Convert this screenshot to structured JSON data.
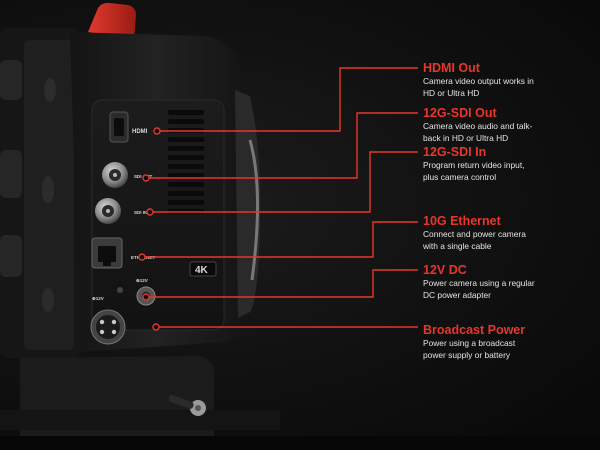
{
  "ports": {
    "hdmi": "HDMI",
    "sdi_out": "SDI OUT",
    "sdi_in": "SDI IN",
    "ethernet": "ETHERNET",
    "dc_12v": "⊕12V",
    "xlr_12v": "⊕12V",
    "badge_4k": "4K"
  },
  "callouts": [
    {
      "title": "HDMI Out",
      "desc_line1": "Camera video output works in",
      "desc_line2": "HD or Ultra HD"
    },
    {
      "title": "12G-SDI Out",
      "desc_line1": "Camera video audio and talk-",
      "desc_line2": "back in HD or Ultra HD"
    },
    {
      "title": "12G-SDI In",
      "desc_line1": "Program return video input,",
      "desc_line2": "plus camera control"
    },
    {
      "title": "10G Ethernet",
      "desc_line1": "Connect and power camera",
      "desc_line2": "with a single cable"
    },
    {
      "title": "12V DC",
      "desc_line1": "Power camera using a regular",
      "desc_line2": "DC power adapter"
    },
    {
      "title": "Broadcast Power",
      "desc_line1": "Power using a broadcast",
      "desc_line2": "power supply or battery"
    }
  ],
  "colors": {
    "accent": "#e8362a",
    "handle": "#c8241b",
    "body": "#1a1a1a",
    "text": "#e4e4e4"
  }
}
